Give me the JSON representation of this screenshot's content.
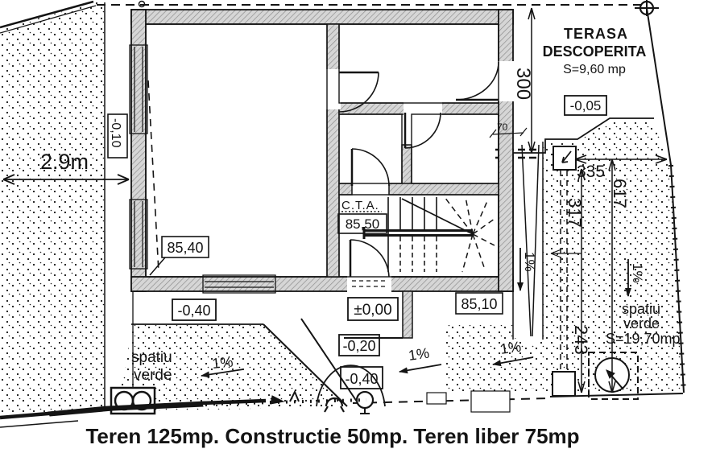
{
  "caption": "Teren 125mp. Constructie 50mp. Teren liber 75mp",
  "terrace": {
    "name_line1": "TERASA",
    "name_line2": "DESCOPERITA",
    "area": "S=9,60 mp",
    "level": "-0,05"
  },
  "rooms": {
    "cta_label": "C.T.A.",
    "cta_level": "85,50"
  },
  "levels": {
    "minus010": "-0,10",
    "l8540": "85,40",
    "minus040_upper": "-0,40",
    "zero": "±0,00",
    "l8510": "85,10",
    "minus020": "-0,20",
    "minus040_lower": "-0,40"
  },
  "dimensions": {
    "d_29m": "2.9m",
    "d_300": "300",
    "d_70": "70",
    "d_335": "335",
    "d_617": "617",
    "d_317": "317",
    "d_243": "243"
  },
  "slopes": {
    "p1": "1%",
    "p2": "1%",
    "p3": "1%",
    "p4": "1%",
    "p5": "1%"
  },
  "green_left": {
    "l1": "spatiu",
    "l2": "verde"
  },
  "green_right": {
    "l1": "spatiu",
    "l2": "verde",
    "area": "S=19,70mp"
  },
  "colors": {
    "ink": "#141414",
    "paper": "#ffffff",
    "wall_fill": "#d6d6d6",
    "hatch_line": "#8d8d8d"
  }
}
